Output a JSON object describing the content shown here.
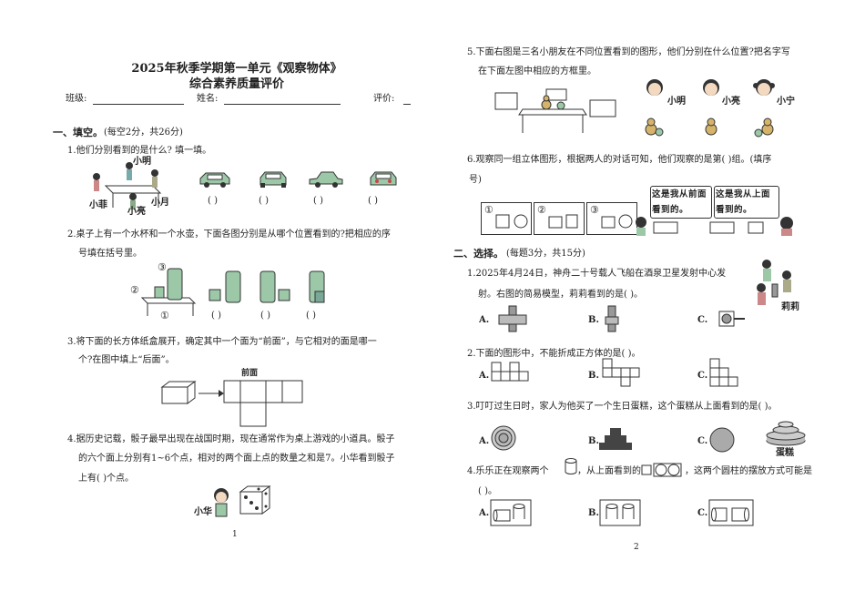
{
  "title": {
    "line1": "2025年秋季学期第一单元《观察物体》",
    "line2": "综合素养质量评价"
  },
  "info": {
    "class_label": "班级:",
    "name_label": "姓名:",
    "score_label": "评价:"
  },
  "section1": {
    "heading": "一、填空。",
    "note": "(每空2分，共26分)",
    "q1": {
      "text": "1.他们分别看到的是什么? 填一填。",
      "people": [
        "小明",
        "小菲",
        "小亮",
        "小月"
      ],
      "blanks": [
        "(     )",
        "(     )",
        "(     )",
        "(     )"
      ]
    },
    "q2": {
      "line1": "2.桌子上有一个水杯和一个水壶，下面各图分别是从哪个位置看到的?把相应的序",
      "line2": "号填在括号里。",
      "positions": [
        "③",
        "②",
        "①"
      ],
      "blanks": [
        "(     )",
        "(     )",
        "(     )"
      ]
    },
    "q3": {
      "line1": "3.将下面的长方体纸盒展开，确定其中一个面为“前面”，与它相对的面是哪一",
      "line2": "个?在图中填上“后面”。",
      "front_label": "前面"
    },
    "q4": {
      "line1": "4.据历史记载，骰子最早出现在战国时期，现在通常作为桌上游戏的小道具。骰子",
      "line2": "的六个面上分别有1~6个点，相对的两个面上点的数量之和是7。小华看到骰子",
      "line3": "上有(     )个点。",
      "person": "小华"
    }
  },
  "page_numbers": {
    "left": "1",
    "right": "2"
  },
  "q5": {
    "line1": "5.下面右图是三名小朋友在不同位置看到的图形，他们分别在什么位置?把名字写",
    "line2": "在下面左图中相应的方框里。",
    "kids": [
      "小明",
      "小亮",
      "小宁"
    ]
  },
  "q6": {
    "line1": "6.观察同一组立体图形，根据两人的对话可知，他们观察的是第(     )组。(填序",
    "line2": "号)",
    "groups": [
      "①",
      "②",
      "③"
    ],
    "speech1": "这是我从前面看到的。",
    "speech2": "这是我从上面看到的。"
  },
  "section2": {
    "heading": "二、选择。",
    "note": "(每题3分，共15分)",
    "q1": {
      "line1": "1.2025年4月24日，神舟二十号载人飞船在酒泉卫星发射中心发",
      "line2": "射。右图的简易模型，莉莉看到的是(     )。",
      "person": "莉莉",
      "options": [
        "A.",
        "B.",
        "C."
      ]
    },
    "q2": {
      "text": "2.下面的图形中，不能折成正方体的是(     )。",
      "options": [
        "A.",
        "B.",
        "C."
      ]
    },
    "q3": {
      "text": "3.叮叮过生日时，家人为他买了一个生日蛋糕，这个蛋糕从上面看到的是(     )。",
      "options": [
        "A.",
        "B.",
        "C."
      ],
      "cake_label": "蛋糕"
    },
    "q4": {
      "line1": "4.乐乐正在观察两个",
      "line2": "，从上面看到的是",
      "line3": "，这两个圆柱的摆放方式可能是",
      "line4": "(     )。",
      "options": [
        "A.",
        "B.",
        "C."
      ]
    }
  }
}
